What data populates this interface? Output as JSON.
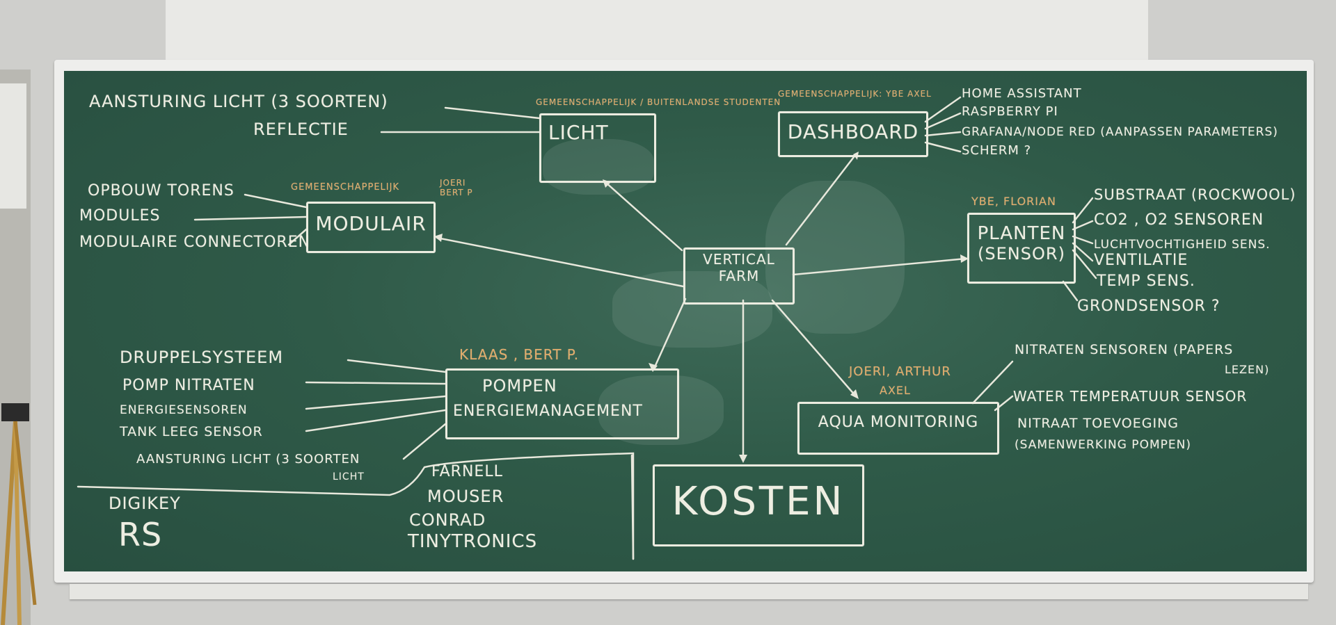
{
  "board": {
    "center": [
      "VERTICAL",
      "FARM"
    ],
    "licht": {
      "title": "LICHT",
      "owner": "GEMEENSCHAPPELIJK / BUITENLANDSE STUDENTEN",
      "items": [
        "AANSTURING LICHT (3 SOORTEN)",
        "REFLECTIE"
      ]
    },
    "dashboard": {
      "title": "DASHBOARD",
      "owner": "GEMEENSCHAPPELIJK: YBE AXEL",
      "items": [
        "HOME ASSISTANT",
        "RASPBERRY PI",
        "GRAFANA/NODE RED (AANPASSEN PARAMETERS)",
        "SCHERM ?"
      ]
    },
    "modulair": {
      "title": "MODULAIR",
      "owner": "GEMEENSCHAPPELIJK",
      "owner2": "JOERI BERT P",
      "items": [
        "OPBOUW TORENS",
        "MODULES",
        "MODULAIRE CONNECTOREN"
      ]
    },
    "planten": {
      "title": "PLANTEN",
      "subtitle": "(SENSOR)",
      "owner": "YBE, FLORIAN",
      "items": [
        "SUBSTRAAT (ROCKWOOL)",
        "CO2 , O2 SENSOREN",
        "LUCHTVOCHTIGHEID SENS.",
        "VENTILATIE",
        "TEMP SENS.",
        "GRONDSENSOR ?"
      ]
    },
    "pompen": {
      "title": "POMPEN",
      "subtitle": "ENERGIEMANAGEMENT",
      "owner": "KLAAS , BERT P.",
      "items": [
        "DRUPPELSYSTEEM",
        "POMP NITRATEN",
        "ENERGIESENSOREN",
        "TANK LEEG SENSOR",
        "AANSTURING LICHT (3 SOORTEN",
        "LICHT"
      ]
    },
    "aqua": {
      "title": "AQUA MONITORING",
      "owner": "JOERI, ARTHUR",
      "owner2": "AXEL",
      "items": [
        "NITRATEN SENSOREN (PAPERS",
        "LEZEN)",
        "WATER TEMPERATUUR SENSOR",
        "NITRAAT TOEVOEGING",
        "(SAMENWERKING POMPEN)"
      ]
    },
    "kosten": {
      "title": "KOSTEN"
    },
    "suppliers_left": [
      "DIGIKEY",
      "RS"
    ],
    "suppliers_right": [
      "FARNELL",
      "MOUSER",
      "CONRAD",
      "TINYTRONICS"
    ]
  }
}
